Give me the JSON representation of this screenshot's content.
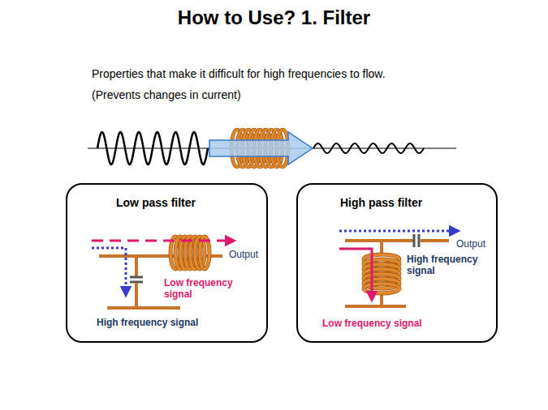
{
  "diagram": {
    "title": "How to Use? 1. Filter",
    "nodes": [
      {
        "text": [
          "Low pass filter",
          "Output",
          "Low frequency signal",
          "High frequency signal"
        ]
      },
      {
        "text": [
          "High pass filter",
          "Output",
          "High frequency signal",
          "Low frequency signal"
        ]
      }
    ],
    "labels": [
      "Properties that make it difficult for high frequencies to flow.",
      "(Prevents changes in current)"
    ]
  }
}
